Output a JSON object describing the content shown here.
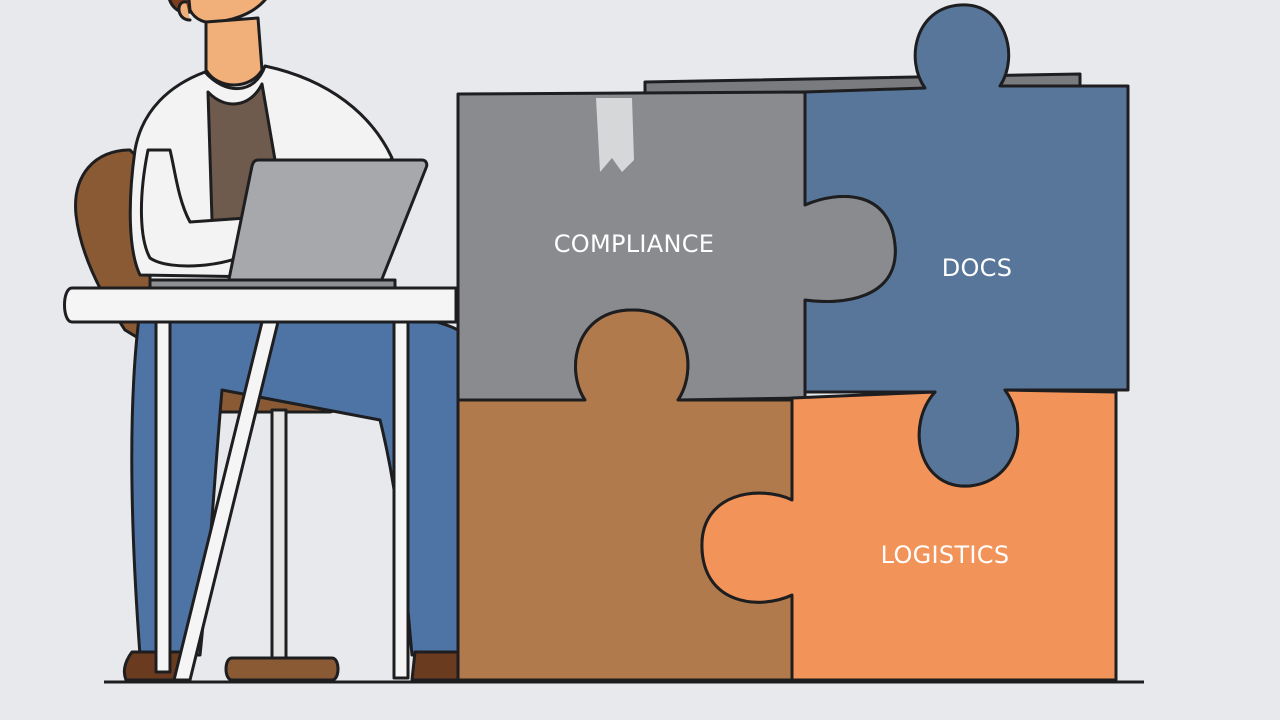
{
  "puzzle": {
    "pieces": [
      {
        "id": "compliance",
        "label": "COMPLIANCE",
        "color": "#8a8b8f"
      },
      {
        "id": "docs",
        "label": "DOCS",
        "color": "#58769a"
      },
      {
        "id": "untitled",
        "label": "",
        "color": "#b07a4c"
      },
      {
        "id": "logistics",
        "label": "LOGISTICS",
        "color": "#f29459"
      }
    ]
  },
  "colors": {
    "background": "#e7e9ec",
    "outline": "#1e1e20",
    "desk": "#f5f5f5",
    "shirt": "#f3f3f3",
    "undershirt": "#6e5b4e",
    "jeans": "#4e74a6",
    "chair": "#8a5a34",
    "skin": "#f1b07a",
    "hair": "#7c3e1c",
    "laptop": "#a6a8ac"
  },
  "icons": [
    "person-at-desk-illustration",
    "laptop-icon",
    "puzzle-piece-icon"
  ]
}
